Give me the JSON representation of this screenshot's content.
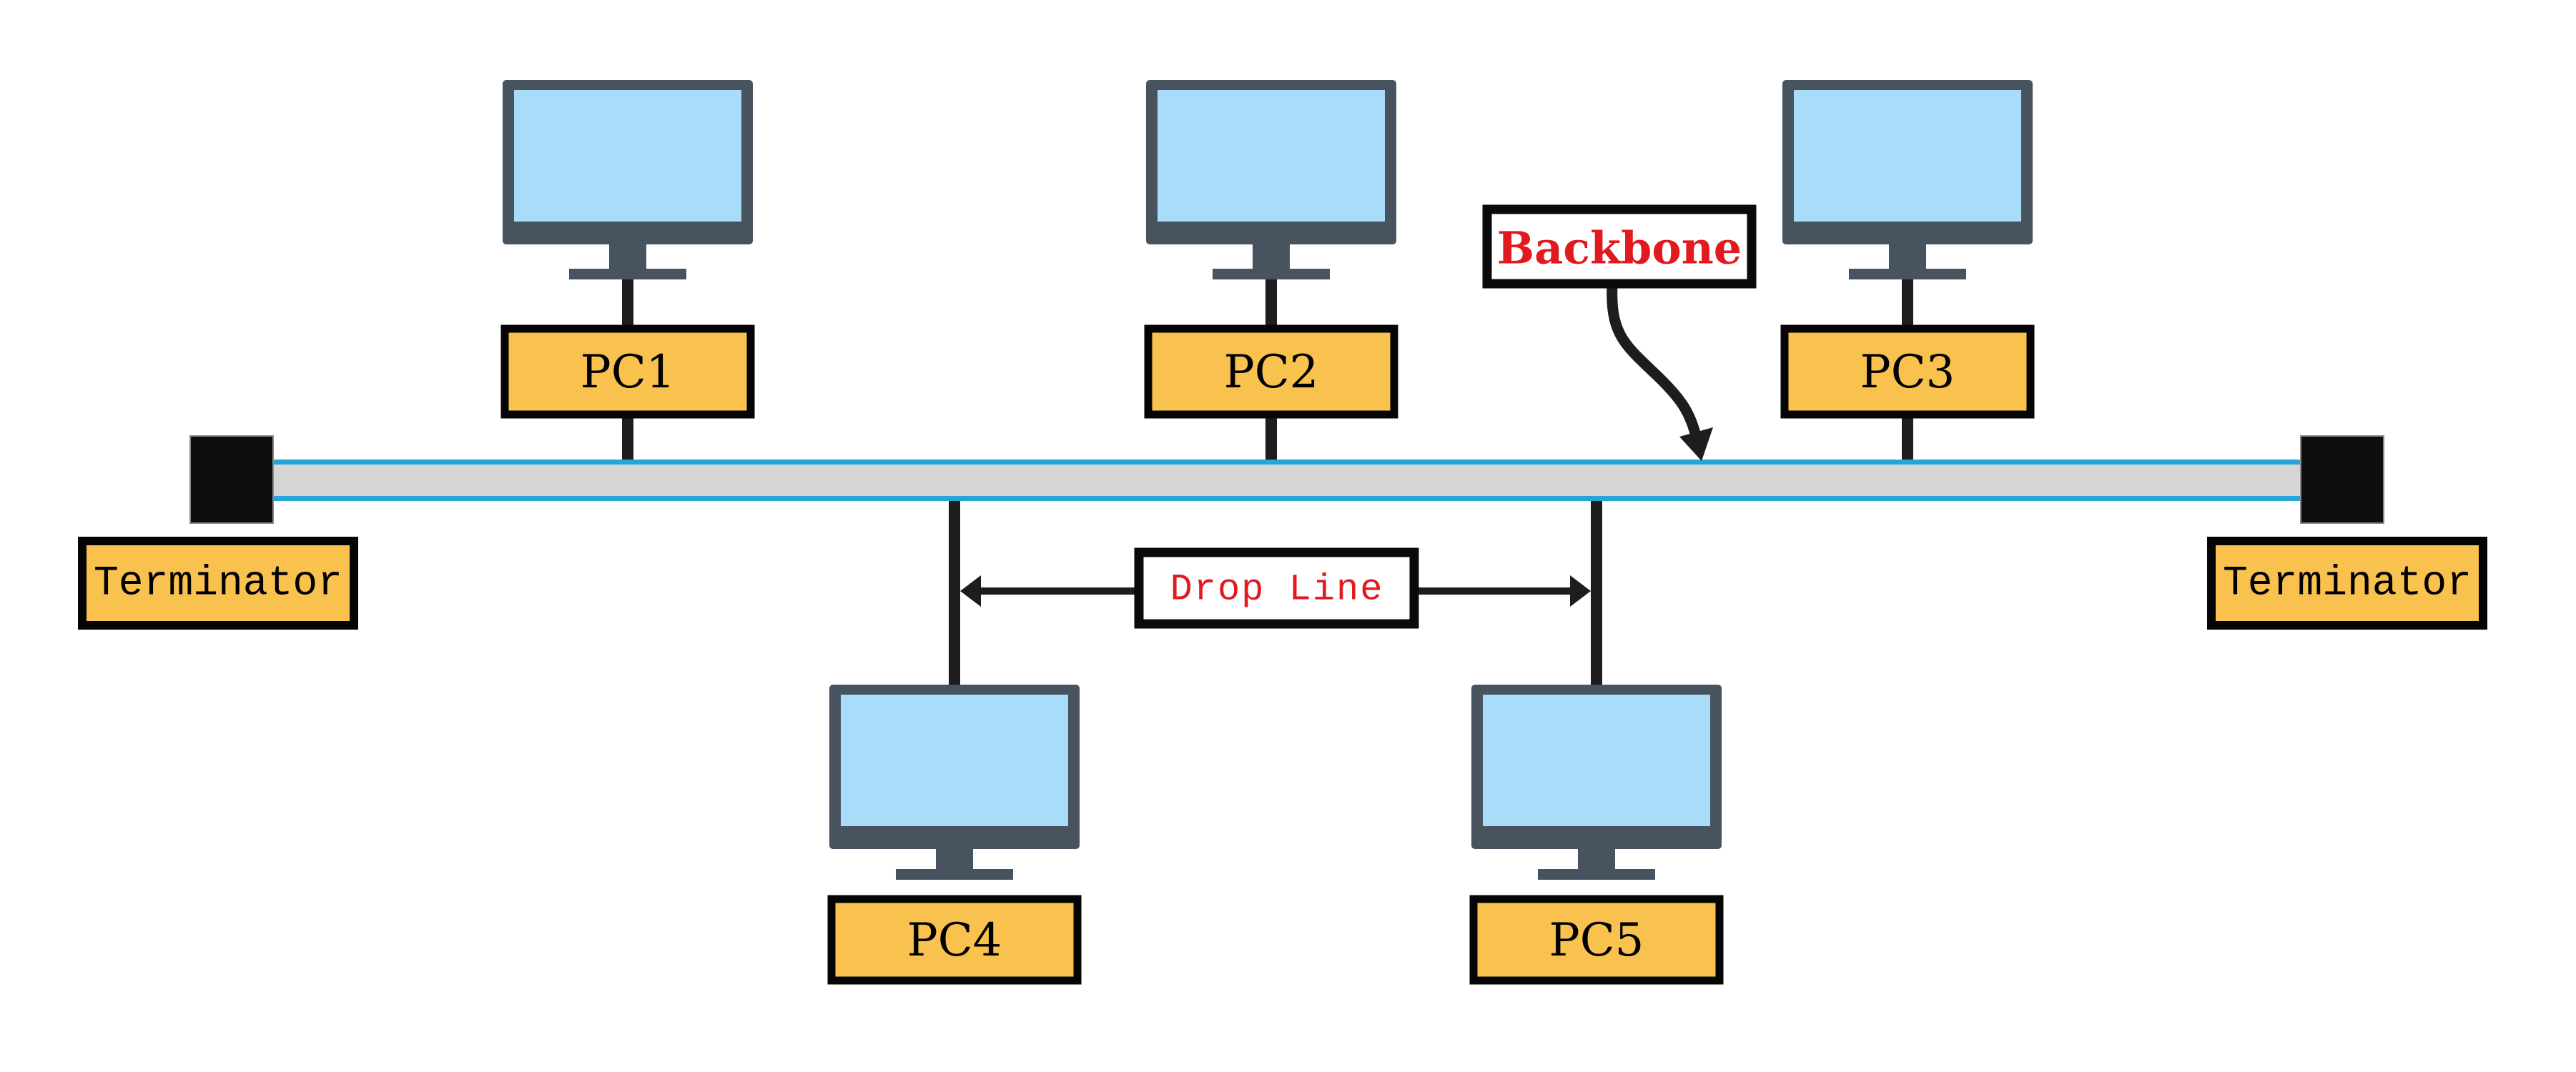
{
  "diagram": {
    "type": "network-bus-topology",
    "bus_label": "Backbone",
    "drop_label": "Drop Line",
    "terminator_label": "Terminator"
  },
  "pcs": [
    {
      "id": "pc1",
      "label": "PC1",
      "position": "top"
    },
    {
      "id": "pc2",
      "label": "PC2",
      "position": "top"
    },
    {
      "id": "pc3",
      "label": "PC3",
      "position": "top"
    },
    {
      "id": "pc4",
      "label": "PC4",
      "position": "bottom"
    },
    {
      "id": "pc5",
      "label": "PC5",
      "position": "bottom"
    }
  ],
  "terminators": [
    {
      "label": "Terminator",
      "side": "left"
    },
    {
      "label": "Terminator",
      "side": "right"
    }
  ],
  "annotations": {
    "backbone": {
      "label": "Backbone"
    },
    "drop_line": {
      "label": "Drop Line"
    }
  },
  "colors": {
    "background": "#ffffff",
    "node_fill": "#f9c24f",
    "node_text": "#141007",
    "monitor_frame": "#47535f",
    "monitor_screen": "#a9dcf9",
    "bus_fill": "#d6d6d6",
    "bus_edge": "#25a5d8",
    "connector": "#1d1d1d",
    "terminator_fill": "#0d0d0d",
    "annotation_fill": "#ffffff",
    "annotation_text": "#e2191f"
  }
}
